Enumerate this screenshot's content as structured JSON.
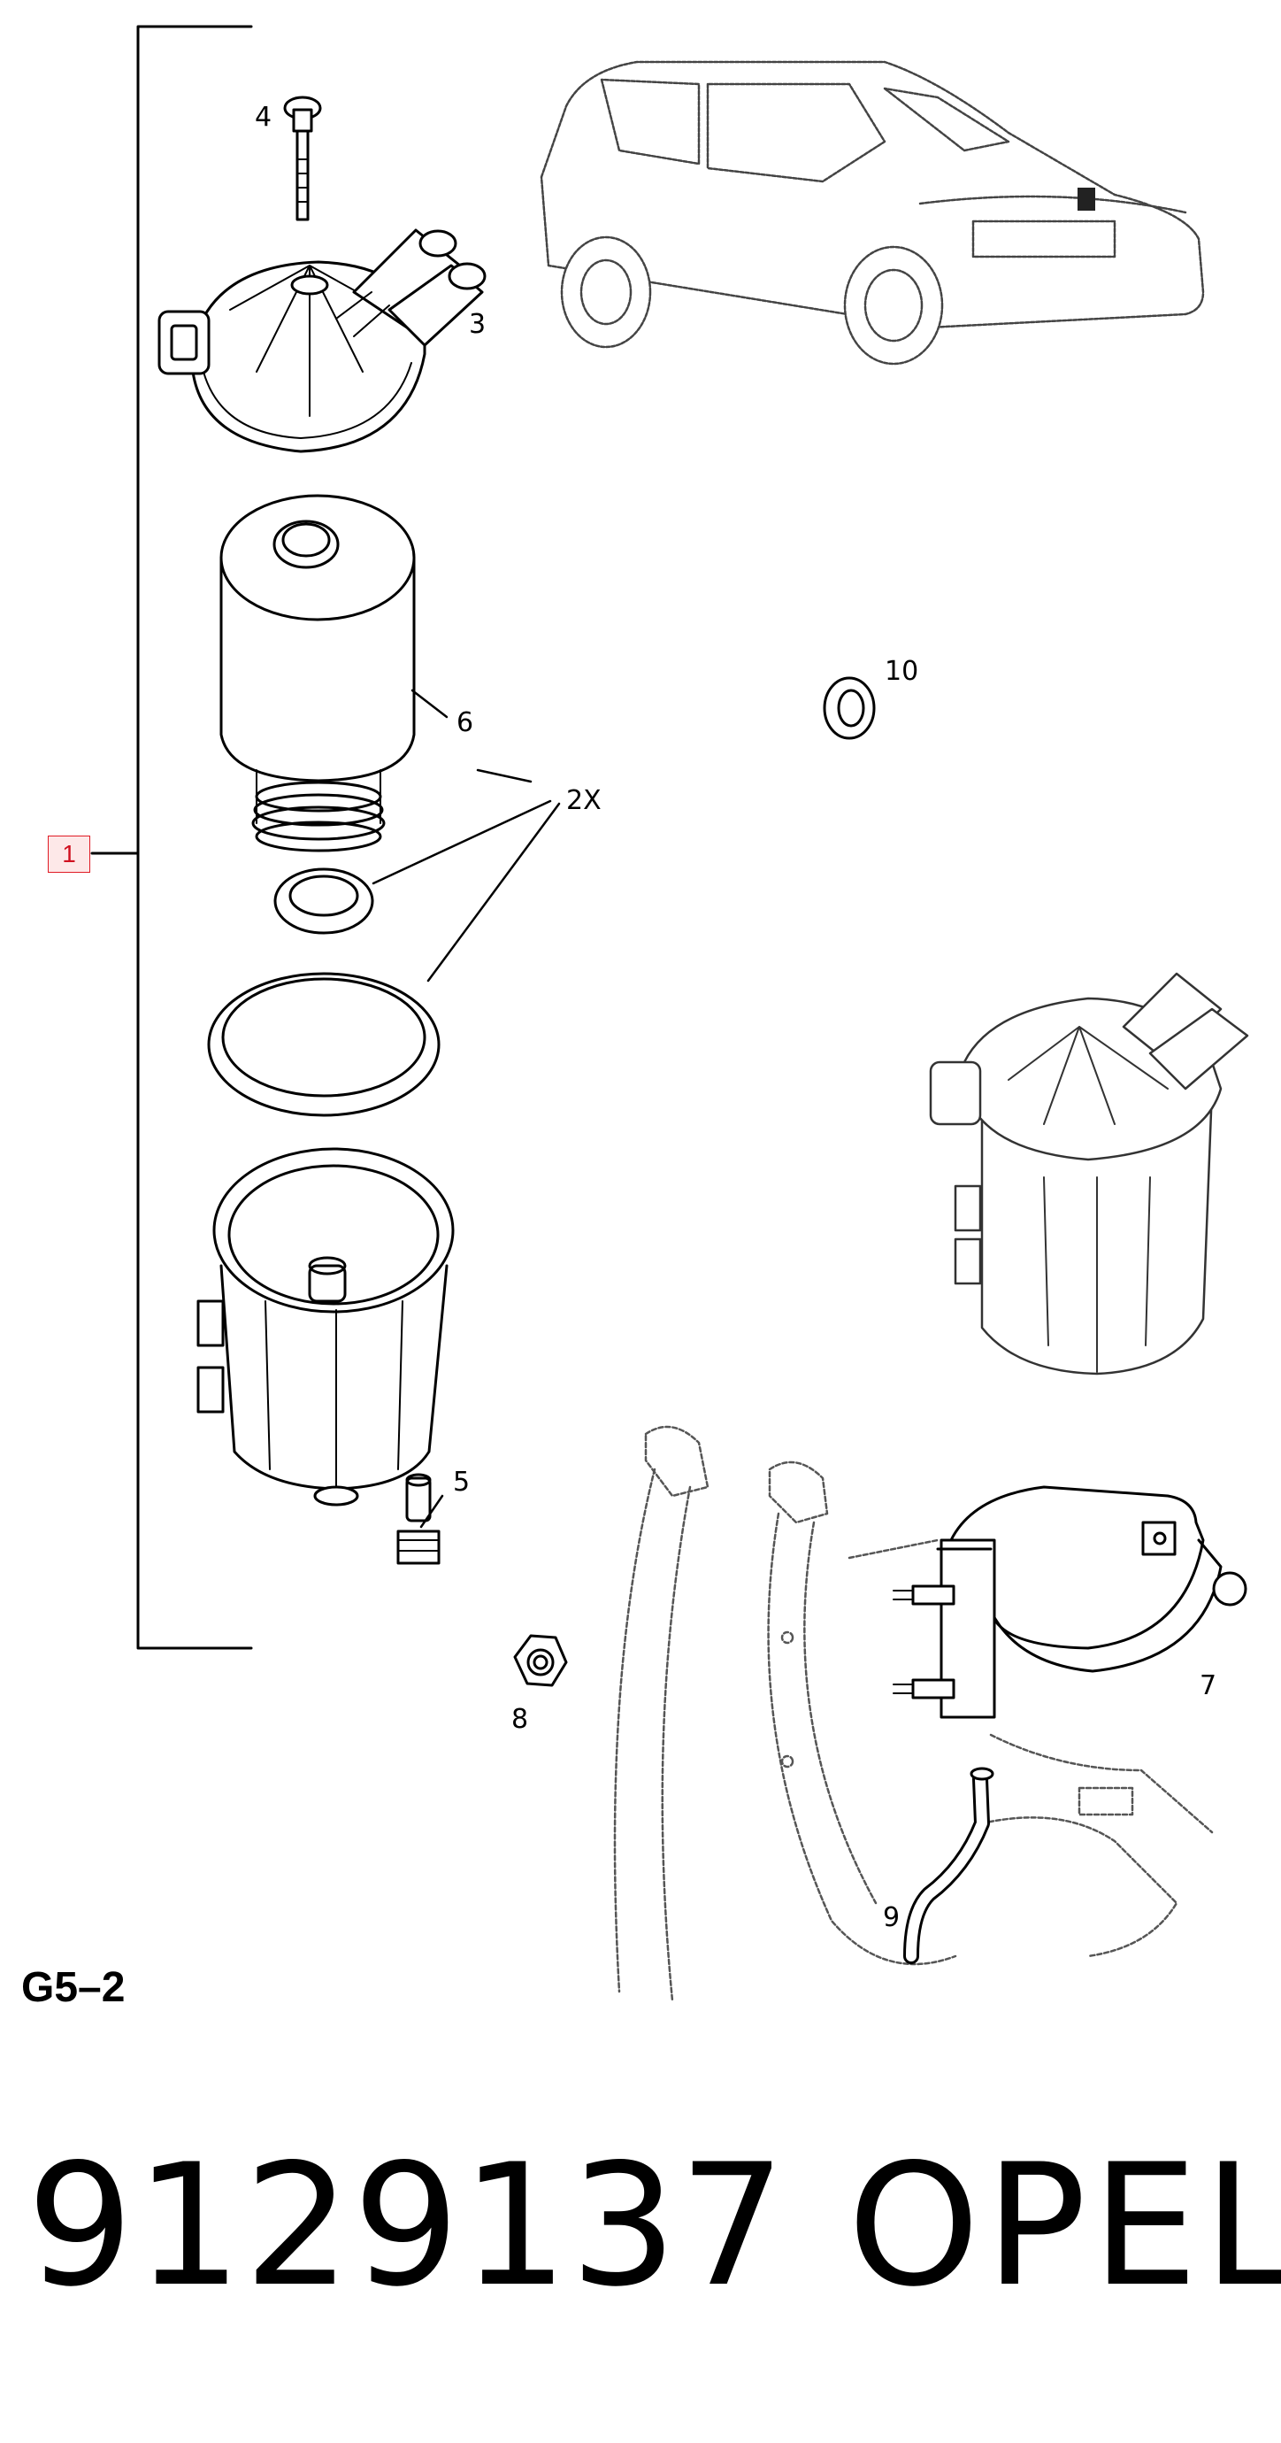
{
  "callouts": {
    "c1": "1",
    "c2x": "2X",
    "c3": "3",
    "c4": "4",
    "c5": "5",
    "c6": "6",
    "c7": "7",
    "c8": "8",
    "c9": "9",
    "c10": "10"
  },
  "section_code": "G5–2",
  "part_number": "9129137",
  "brand": "OPEL",
  "colors": {
    "assembly_marker_border": "#e01b24",
    "assembly_marker_fill": "#fde8e8"
  }
}
